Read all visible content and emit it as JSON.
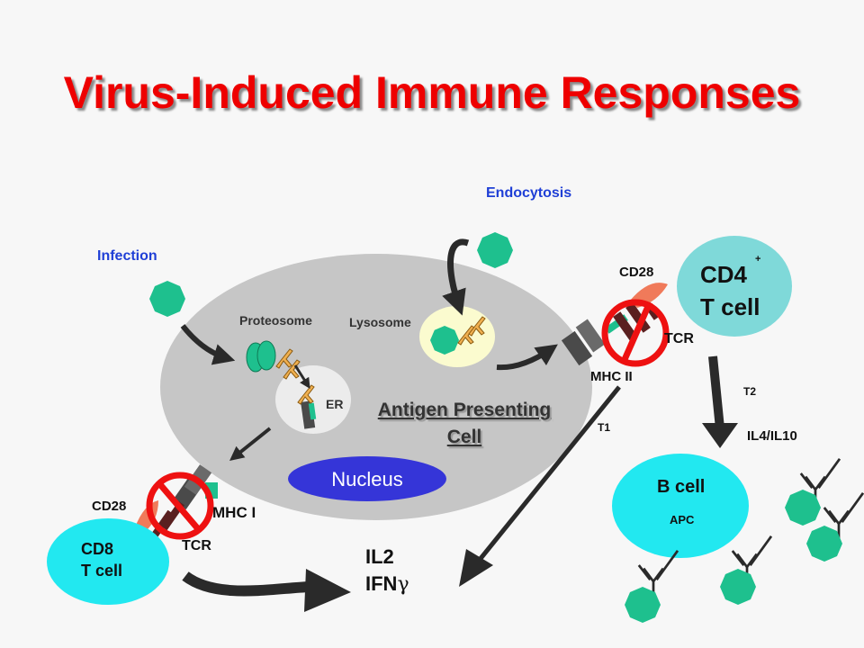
{
  "title": "Virus-Induced Immune Responses",
  "labels": {
    "infection": "Infection",
    "endocytosis": "Endocytosis",
    "proteosome": "Proteosome",
    "lysosome": "Lysosome",
    "er": "ER",
    "apc_line1": "Antigen Presenting",
    "apc_line2": "Cell",
    "nucleus": "Nucleus",
    "cd28_top": "CD28",
    "cd4": "CD4",
    "cd4_superscript": "+",
    "t_cell_top": "T cell",
    "tcr_top": "TCR",
    "mhc_ii": "MHC II",
    "t2": "T2",
    "t1": "T1",
    "il4_il10": "IL4/IL10",
    "b_cell": "B cell",
    "apc_small": "APC",
    "cd28_bottom": "CD28",
    "mhc_i": "MHC I",
    "cd8": "CD8",
    "t_cell_bottom": "T cell",
    "tcr_bottom": "TCR",
    "il2": "IL2",
    "ifn": "IFN",
    "gamma": "γ"
  },
  "colors": {
    "title": "#ee0000",
    "apc_cell": "#c6c6c6",
    "virus": "#1ec08e",
    "t_cell": "#7fd9d9",
    "cd8_cell": "#22e8f0",
    "nucleus": "#3535d8",
    "lysosome": "#fbfbcf",
    "inhibit_circle": "#ee1111",
    "cd28": "#f07a5a",
    "label_blue": "#1f3fd6"
  }
}
